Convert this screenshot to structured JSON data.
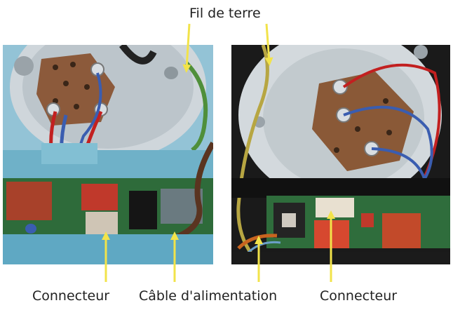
{
  "labels": {
    "earth_wire": "Fil de terre",
    "connector_left": "Connecteur",
    "power_cable": "Câble d'alimentation",
    "connector_right": "Connecteur"
  },
  "colors": {
    "callout_arrow": "#f2e34a",
    "text": "#222222"
  }
}
